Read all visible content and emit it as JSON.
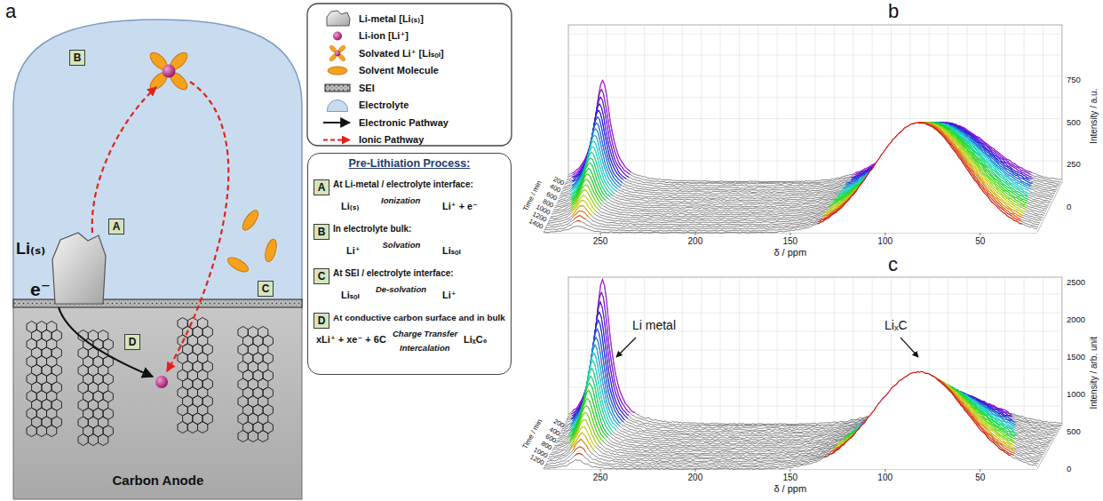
{
  "diagram": {
    "nodes": [
      {
        "text": [
          "A"
        ]
      },
      {
        "text": [
          "B"
        ]
      },
      {
        "text": [
          "C"
        ]
      },
      {
        "text": [
          "D"
        ]
      },
      {
        "text": [
          "Pre-Lithiation Process:",
          "At Li-metal / electrolyte interface:",
          "In electrolyte bulk:",
          "At SEI / electrolyte interface:",
          "At conductive carbon surface and in bulk"
        ]
      },
      {
        "text": [
          "A"
        ],
        "in": 4
      },
      {
        "text": [
          "B"
        ],
        "in": 4
      },
      {
        "text": [
          "C"
        ],
        "in": 4
      },
      {
        "text": [
          "D"
        ],
        "in": 4
      }
    ],
    "labels": [
      "a",
      "Li₍ₛ₎",
      "e⁻",
      "Carbon Anode",
      "Li₍ₛ₎",
      "Ionization",
      "Li⁺ + e⁻",
      "Li⁺",
      "Solvation",
      "Liₛₒₗ",
      "Liₛₒₗ",
      "De-solvation",
      "Li⁺",
      "xLi⁺ + xe⁻ + 6C",
      "Charge Transfer",
      "Intercalation",
      "LiₓC₆",
      "b",
      "200",
      "400",
      "600",
      "800",
      "1000",
      "1200",
      "1400",
      "Time / min",
      "250",
      "200",
      "150",
      "100",
      "50",
      "δ / ppm",
      "750",
      "500",
      "250",
      "0",
      "Intensity / a.u.",
      "c",
      "200",
      "400",
      "600",
      "800",
      "1000",
      "1200",
      "Time / min",
      "250",
      "200",
      "150",
      "100",
      "50",
      "δ / ppm",
      "2500",
      "2000",
      "1500",
      "1000",
      "500",
      "0",
      "Intensity / arb. unit",
      "Li metal",
      "LiₓC"
    ],
    "legend": [
      {
        "text": "Li-metal [Li₍ₛ₎]"
      },
      {
        "text": "Li-ion [Li⁺]"
      },
      {
        "text": "Solvated Li⁺ [Liₛₒₗ]"
      },
      {
        "text": "Solvent Molecule"
      },
      {
        "text": "SEI"
      },
      {
        "text": "Electrolyte",
        "color": "#c9dcef"
      },
      {
        "text": "Electronic Pathway"
      },
      {
        "text": "Ionic Pathway"
      }
    ]
  }
}
